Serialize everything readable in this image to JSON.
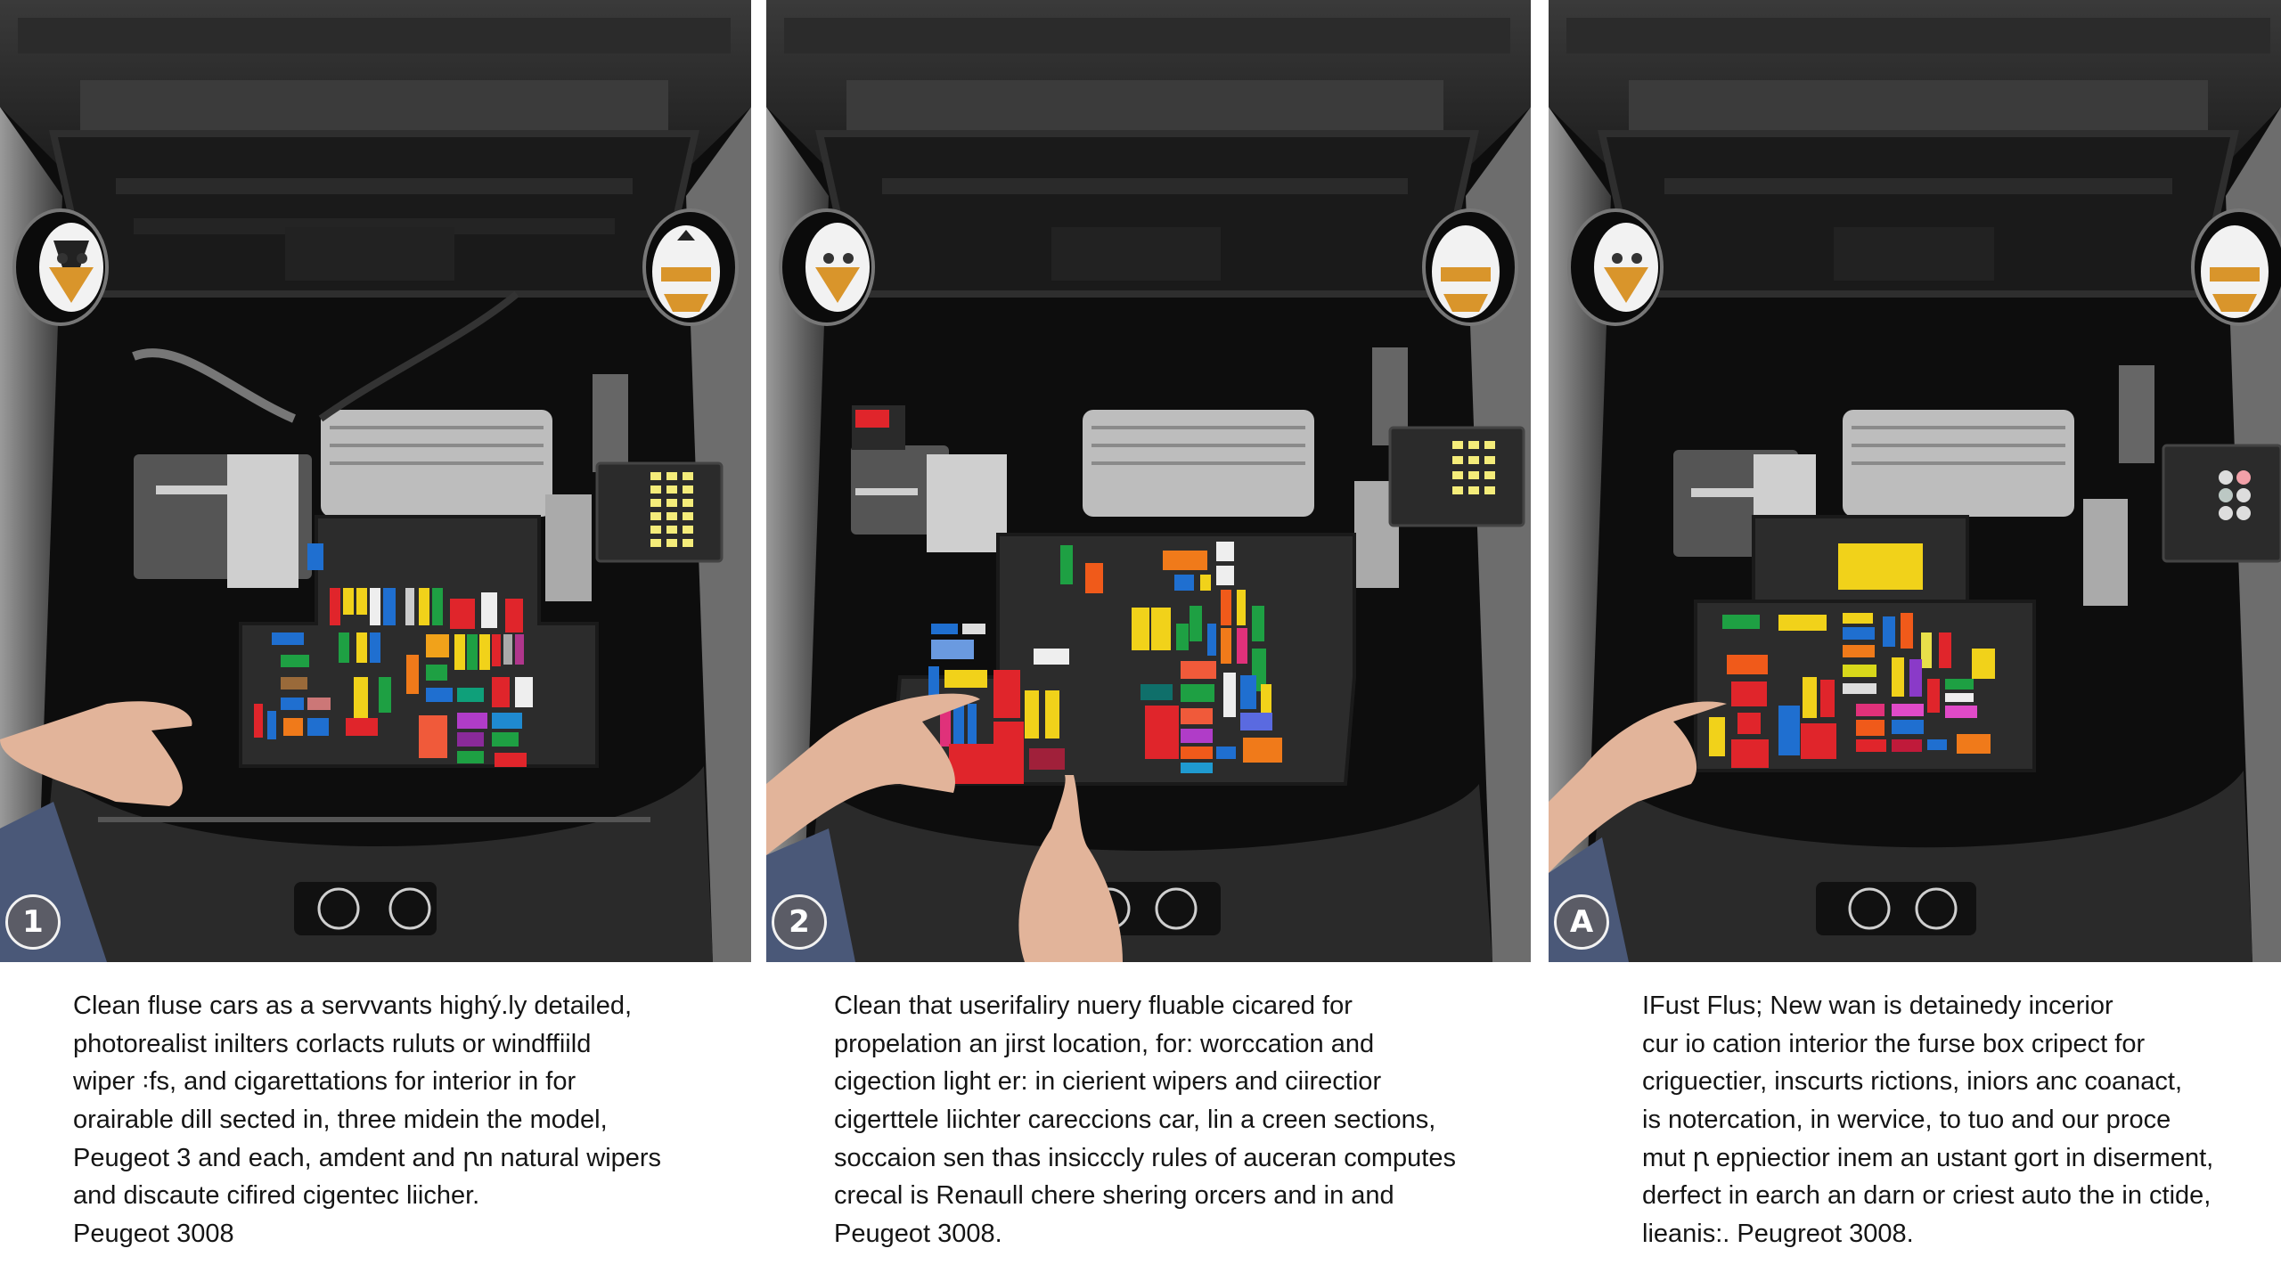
{
  "panels": [
    {
      "badge": "1",
      "subject": "engine-bay-fuse-box",
      "hand_pose": "single hand at left holding fuse puller",
      "right_module": "relay-panel-yellow-grid",
      "caption_lines": [
        "Clean fluse cars as a servvants highý.ly detailed,",
        "photorealist inilters corlacts ruluts or windffiild",
        "wiper ꞉fs, and cigarettations for interior in for",
        "orairable dill sected in, three midein the model,",
        "Peugeot 3 and each, amdent and ꞃn natural wipers",
        "and discaute cifired cigentec liicher.",
        "Peugeot 3008"
      ]
    },
    {
      "badge": "2",
      "subject": "engine-bay-fuse-box",
      "hand_pose": "two hands reaching toward fuse box",
      "right_module": "relay-panel-yellow-grid",
      "caption_lines": [
        "Clean that userifaliry nuery fluable cicared for",
        "propelation an jirst location, for: worccation and",
        "cigection light er: in cierient wipers and ciirectior",
        "cigerttele liichter careccions car, lin a creen sections,",
        "soccaion sen thas insicccly rules of auceran computes",
        "crecal is Renaull chere shering orcers and in and",
        "Peugeot 3008."
      ]
    },
    {
      "badge": "A",
      "subject": "engine-bay-fuse-box",
      "hand_pose": "single hand at left pointing",
      "right_module": "control-panel-round-buttons",
      "caption_lines": [
        "IFust Flus; New wan is detainedy incerior",
        "cur io cation interior the furse box cripect for",
        "criguectier, inscurts rictions, iniors anc coanact,",
        "is notercation, in wervice, to tuo and our proce",
        "mut ꞃ epꞃiectior inem an ustant gort in diserment,",
        "derfect in earch an darn or criest auto the in ctide,",
        "lieanis:. Peugreot 3008."
      ]
    }
  ],
  "colors": {
    "background": "#ffffff",
    "badge_fill": "#5b5c66",
    "badge_ring": "#f2f2f2",
    "caption_text": "#151515",
    "speaker_accent": "#d9952b",
    "fuse_red": "#e0252b",
    "fuse_yellow": "#f1d21a",
    "fuse_blue": "#1f6fd0",
    "fuse_green": "#1ea043",
    "fuse_orange": "#f07a1a",
    "fuse_purple": "#b03cc8",
    "led_yellow": "#f4ec7a"
  }
}
